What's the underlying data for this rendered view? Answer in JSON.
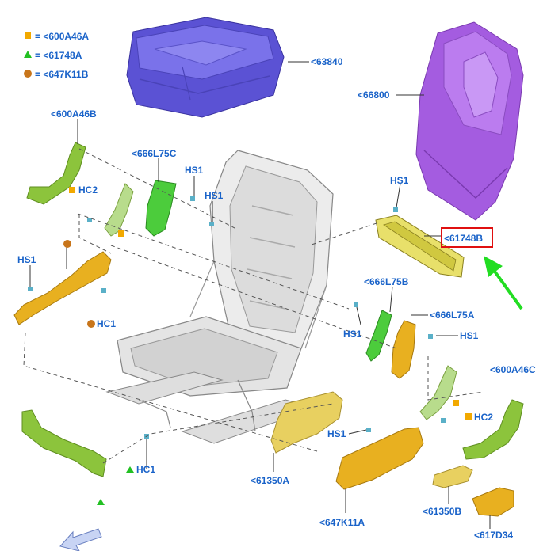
{
  "legend": [
    {
      "symbol": "square",
      "color": "#f2a900",
      "text": "= <600A46A"
    },
    {
      "symbol": "triangle",
      "color": "#22c022",
      "text": "= <61748A"
    },
    {
      "symbol": "circle",
      "color": "#c8751a",
      "text": "= <647K11B"
    }
  ],
  "labels": {
    "p63840": "<63840",
    "p66800": "<66800",
    "p600A46B": "<600A46B",
    "p666L75C": "<666L75C",
    "hs1_a": "HS1",
    "hs1_b": "HS1",
    "hc2_left": "HC2",
    "hs1_left": "HS1",
    "hc1_left": "HC1",
    "hs1_right_top": "HS1",
    "p61748B": "<61748B",
    "p666L75B": "<666L75B",
    "p666L75A": "<666L75A",
    "hs1_mid": "HS1",
    "hs1_right": "HS1",
    "p600A46C": "<600A46C",
    "hc2_right": "HC2",
    "hs1_bottom": "HS1",
    "hc1_bottom": "HC1",
    "p61350A": "<61350A",
    "p647K11A": "<647K11A",
    "p61350B": "<61350B",
    "p617D34": "<617D34"
  },
  "colors": {
    "label": "#1a63c9",
    "highlight": "#e01010",
    "arrow": "#22dd22",
    "cushion": "#6b63e0",
    "backrest": "#b06be8",
    "trim_green": "#8cc43c",
    "trim_yellow": "#e8b020",
    "frame": "#d8d8d8"
  },
  "icons": {
    "nav": "direction-arrow-icon"
  }
}
